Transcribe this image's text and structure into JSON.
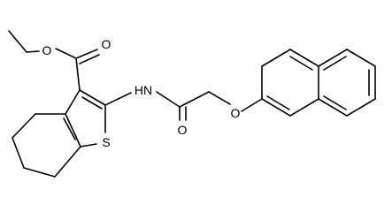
{
  "diagram": {
    "type": "chemical-structure",
    "colors": {
      "background": "#ffffff",
      "line": "#000000",
      "text": "#000000"
    },
    "atom_labels": {
      "ester_carbonyl_o": "O",
      "ester_ether_o": "O",
      "amide_n": "HN",
      "amide_carbonyl_o": "O",
      "ether_o": "O",
      "thiophene_s": "S"
    }
  }
}
